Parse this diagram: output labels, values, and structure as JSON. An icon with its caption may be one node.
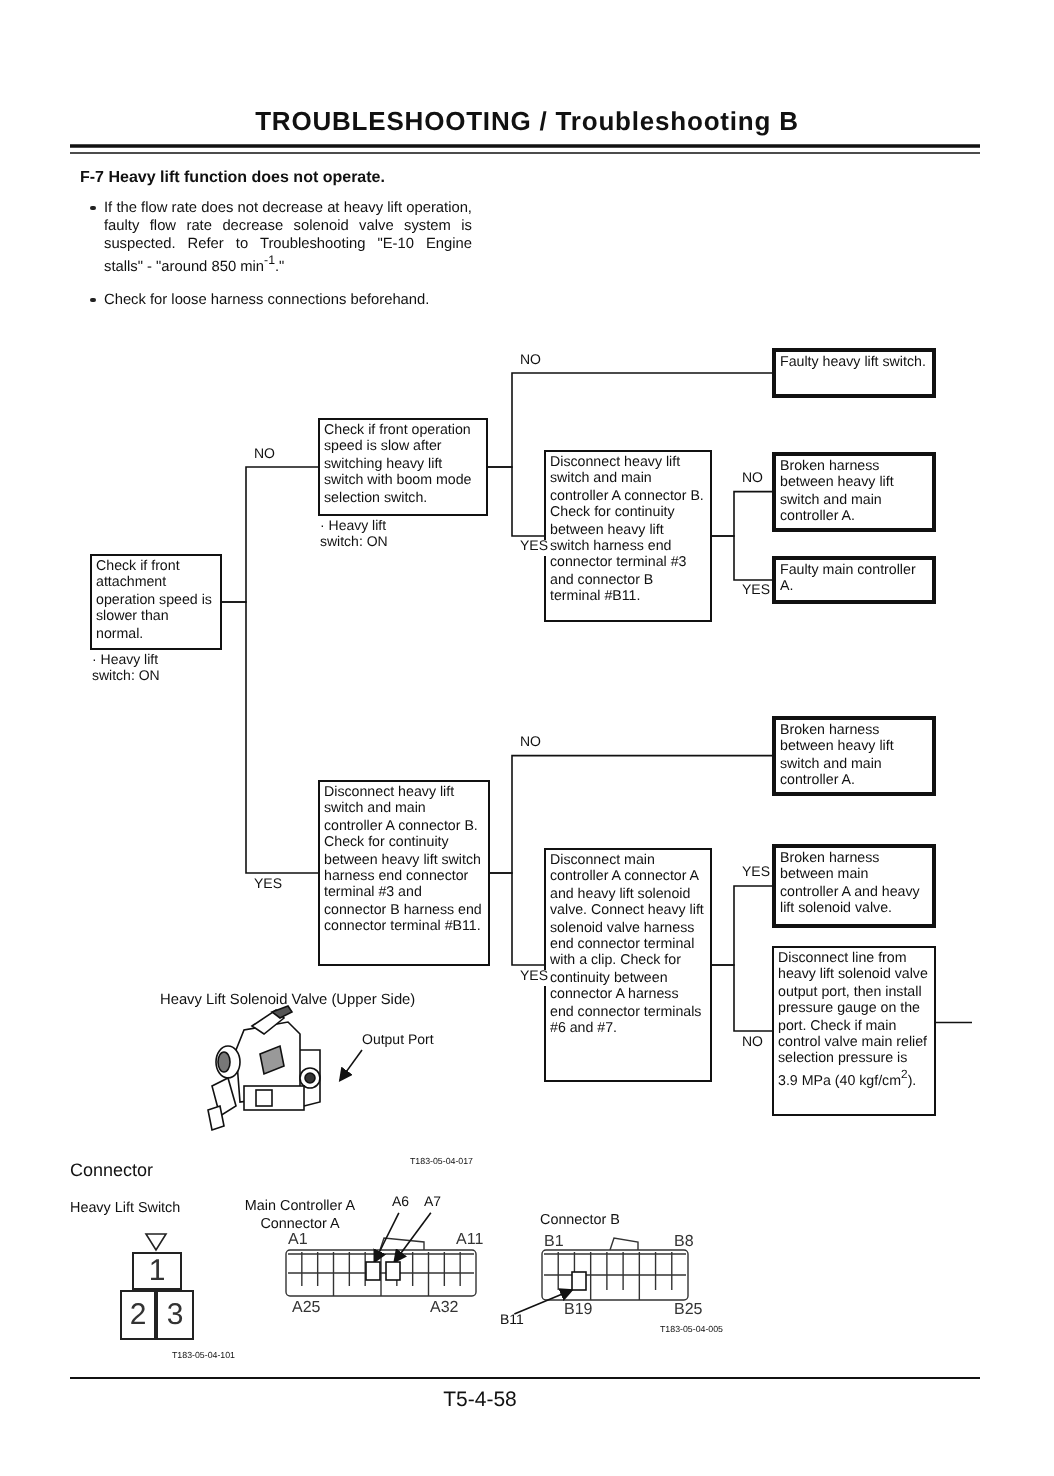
{
  "diagram": {
    "title": "TROUBLESHOOTING / Troubleshooting B",
    "nodes": [
      {
        "text": [
          "Check if front attachment operation speed is slower than normal."
        ],
        "beside": [
          "· Heavy lift switch: ON"
        ]
      },
      {
        "text": [
          "Check if front operation speed is slow after switching heavy lift switch with boom mode selection switch."
        ],
        "beside": [
          "· Heavy lift switch: ON"
        ]
      },
      {
        "text": [
          "Faulty heavy lift switch."
        ]
      },
      {
        "text": [
          "Disconnect heavy lift switch and main controller A connector B. Check for continuity between heavy lift switch harness end connector terminal #3 and connector B terminal #B11."
        ]
      },
      {
        "text": [
          "Broken harness between heavy lift switch and main controller A."
        ]
      },
      {
        "text": [
          "Faulty main controller A."
        ]
      },
      {
        "text": [
          "Disconnect heavy lift switch and main controller A connector B. Check for continuity between heavy lift switch harness end connector terminal #3 and connector B harness end connector terminal #B11."
        ]
      },
      {
        "text": [
          "Broken harness between heavy lift switch and main controller A."
        ]
      },
      {
        "text": [
          "Disconnect main controller A connector A and heavy lift solenoid valve. Connect heavy lift solenoid valve harness end connector terminal with a clip. Check for continuity between connector A harness end connector terminals #6 and #7."
        ]
      },
      {
        "text": [
          "Broken harness between main controller A and heavy lift solenoid valve."
        ]
      },
      {
        "text": [
          "Disconnect line from heavy lift solenoid valve output port, then install pressure gauge on the port. Check if main control valve main relief selection pressure is 3.9 MPa (40 kgf/cm$^{2}$)."
        ]
      },
      {
        "text": [],
        "shape": "picture"
      },
      {
        "text": [
          "Output Port"
        ]
      },
      {
        "text": [
          "1"
        ]
      },
      {
        "text": [
          "2"
        ]
      },
      {
        "text": [
          "3"
        ]
      },
      {
        "text": [
          "A6"
        ]
      },
      {
        "text": [
          "A7"
        ]
      },
      {
        "text": [
          "B11"
        ]
      },
      {
        "text": [],
        "shape": "box"
      },
      {
        "text": [],
        "shape": "box"
      },
      {
        "text": [],
        "shape": "box"
      }
    ],
    "edges": [
      {
        "from": 0,
        "to": 1,
        "arrow": "none",
        "label": "NO"
      },
      {
        "from": 0,
        "to": 6,
        "arrow": "none",
        "label": "YES"
      },
      {
        "from": 1,
        "to": 2,
        "arrow": "none",
        "label": "NO"
      },
      {
        "from": 1,
        "to": 3,
        "arrow": "none",
        "label": "YES"
      },
      {
        "from": 3,
        "to": 4,
        "arrow": "none",
        "label": "NO"
      },
      {
        "from": 3,
        "to": 5,
        "arrow": "none",
        "label": "YES"
      },
      {
        "from": 6,
        "to": 7,
        "arrow": "none",
        "label": "NO"
      },
      {
        "from": 6,
        "to": 8,
        "arrow": "none",
        "label": "YES"
      },
      {
        "from": 8,
        "to": 9,
        "arrow": "none",
        "label": "YES"
      },
      {
        "from": 8,
        "to": 10,
        "arrow": "none",
        "label": "NO"
      },
      {
        "from": 10,
        "to": null,
        "arrow": "none"
      },
      {
        "from": 12,
        "to": 11,
        "arrow": "to"
      },
      {
        "from": 16,
        "to": 19,
        "arrow": "to"
      },
      {
        "from": 17,
        "to": 20,
        "arrow": "to"
      },
      {
        "from": 18,
        "to": 21,
        "arrow": "to"
      }
    ],
    "labels": [
      "F-7 Heavy lift function does not operate.",
      "If the flow rate does not decrease at heavy lift operation, faulty flow rate decrease solenoid valve system is suspected. Refer to Troubleshooting \"E-10 Engine stalls\" - \"around 850 min$^{-1}$.\"",
      "Check for loose harness connections beforehand.",
      "Heavy Lift Solenoid Valve (Upper Side)",
      "T183-05-04-017",
      "Connector",
      "Heavy Lift Switch",
      "Main Controller A Connector A",
      "A1",
      "A11",
      "Connector B",
      "B1",
      "B8",
      "A25",
      "A32",
      "B19",
      "B25",
      "T183-05-04-101",
      "T183-05-04-005",
      "T5-4-58"
    ]
  }
}
